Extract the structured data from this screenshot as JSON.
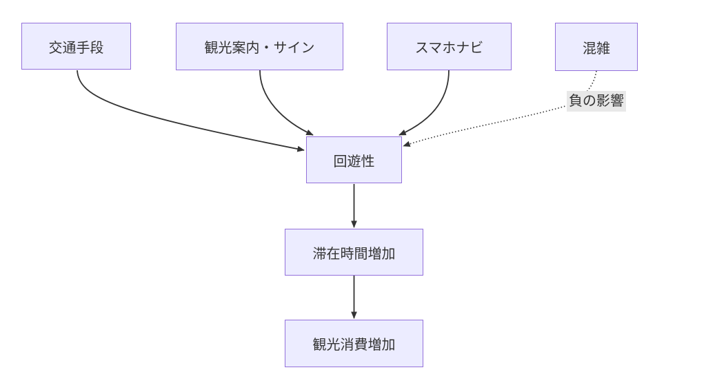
{
  "diagram": {
    "type": "flowchart",
    "direction": "top-down",
    "nodes": [
      {
        "id": "transport",
        "label": "交通手段"
      },
      {
        "id": "signage",
        "label": "観光案内・サイン"
      },
      {
        "id": "smartphone-nav",
        "label": "スマホナビ"
      },
      {
        "id": "congestion",
        "label": "混雑"
      },
      {
        "id": "circulation",
        "label": "回遊性"
      },
      {
        "id": "stay-time",
        "label": "滞在時間増加"
      },
      {
        "id": "tourism-spending",
        "label": "観光消費増加"
      }
    ],
    "edges": [
      {
        "from": "transport",
        "to": "circulation",
        "style": "solid"
      },
      {
        "from": "signage",
        "to": "circulation",
        "style": "solid"
      },
      {
        "from": "smartphone-nav",
        "to": "circulation",
        "style": "solid"
      },
      {
        "from": "congestion",
        "to": "circulation",
        "style": "dotted",
        "label": "負の影響"
      },
      {
        "from": "circulation",
        "to": "stay-time",
        "style": "solid"
      },
      {
        "from": "stay-time",
        "to": "tourism-spending",
        "style": "solid"
      }
    ],
    "colors": {
      "background": "#ffffff",
      "node_fill": "#ECECFF",
      "node_border": "#9370DB",
      "node_text": "#333333",
      "edge_stroke": "#333333",
      "edge_label_bg": "#e8e8e8",
      "edge_label_text": "#333333"
    }
  }
}
